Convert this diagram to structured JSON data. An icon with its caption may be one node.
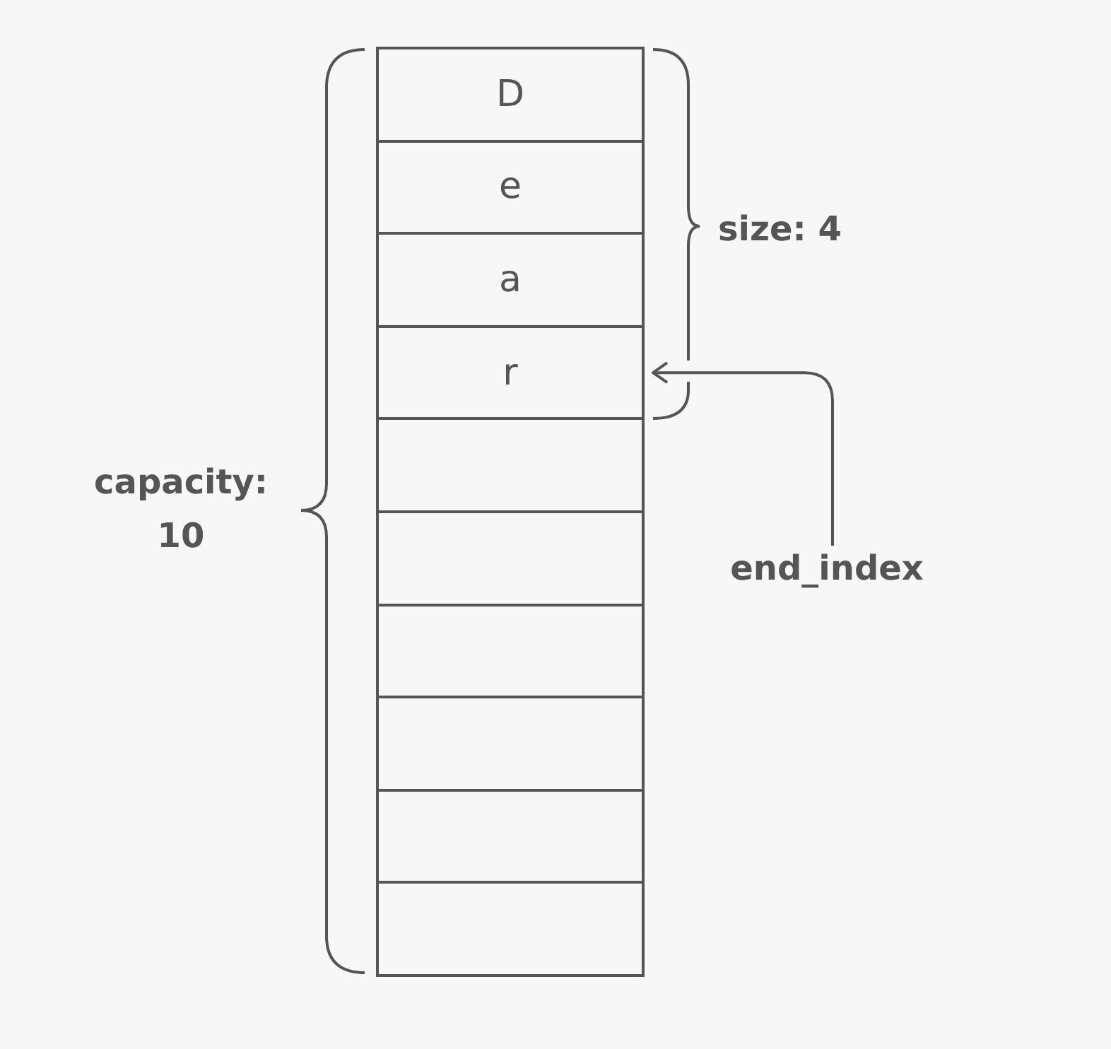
{
  "diagram": {
    "nodes": [
      {
        "text": [
          "D"
        ]
      },
      {
        "text": [
          "e"
        ]
      },
      {
        "text": [
          "a"
        ]
      },
      {
        "text": [
          "r"
        ]
      },
      {
        "text": [],
        "shape": "box"
      },
      {
        "text": [],
        "shape": "box"
      },
      {
        "text": [],
        "shape": "box"
      },
      {
        "text": [],
        "shape": "box"
      },
      {
        "text": [],
        "shape": "box"
      },
      {
        "text": [],
        "shape": "box"
      },
      {
        "text": [
          "end_index"
        ]
      }
    ],
    "edges": [
      {
        "from": 10,
        "to": 3,
        "arrow": "to"
      }
    ],
    "labels": [
      "size: 4",
      "capacity: 10"
    ]
  }
}
